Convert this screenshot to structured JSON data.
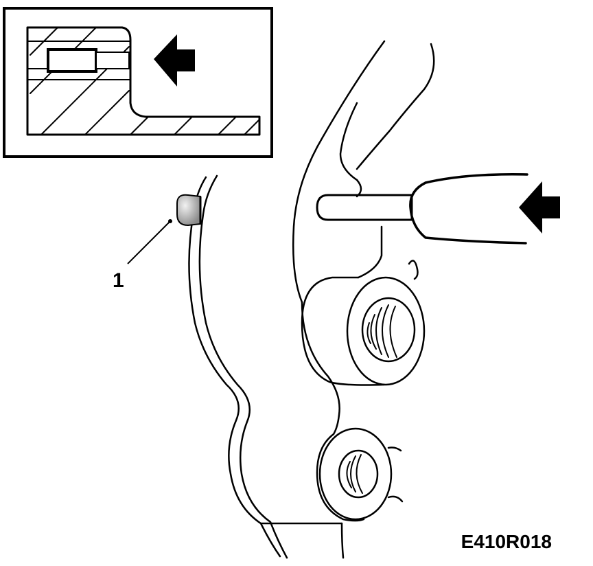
{
  "diagram": {
    "callouts": [
      {
        "id": "1",
        "text": "1"
      }
    ],
    "figure_code": "E410R018",
    "colors": {
      "ink": "#000000",
      "paper": "#ffffff",
      "shade": "#bdbdbd"
    }
  }
}
